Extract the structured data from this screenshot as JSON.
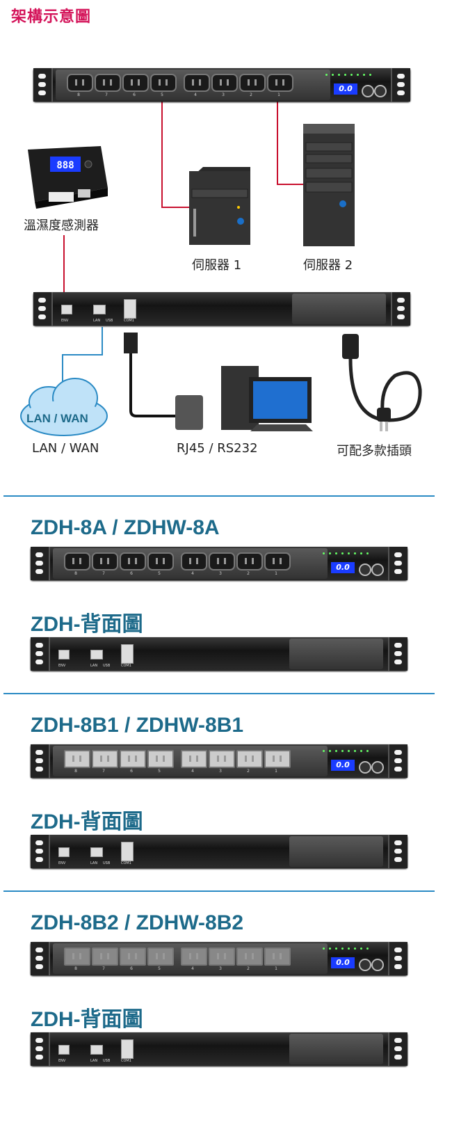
{
  "page": {
    "title": "架構示意圖"
  },
  "diagram": {
    "sensor_label": "溫濕度感測器",
    "server1_label": "伺服器 1",
    "server2_label": "伺服器 2",
    "lan_cloud_text": "LAN / WAN",
    "lan_label": "LAN / WAN",
    "rj45_label": "RJ45 / RS232",
    "plug_label": "可配多款插頭",
    "sensor_display": "888",
    "pdu_display": "0.0",
    "outlet_numbers": [
      "8",
      "7",
      "6",
      "5",
      "4",
      "3",
      "2",
      "1"
    ],
    "rear_port_labels": [
      "ENV",
      "LAN",
      "USB",
      "COM1"
    ]
  },
  "models": [
    {
      "heading": "ZDH-8A / ZDHW-8A",
      "rear_heading": "ZDH-背面圖",
      "socket_type": "C13"
    },
    {
      "heading": "ZDH-8B1 / ZDHW-8B1",
      "rear_heading": "ZDH-背面圖",
      "socket_type": "US"
    },
    {
      "heading": "ZDH-8B2 / ZDHW-8B2",
      "rear_heading": "ZDH-背面圖",
      "socket_type": "US-flat"
    }
  ],
  "colors": {
    "title": "#d4145a",
    "heading": "#1d6a8a",
    "divider": "#2a8ac4",
    "link_red": "#c8102e",
    "link_blue": "#2a8ac4"
  }
}
